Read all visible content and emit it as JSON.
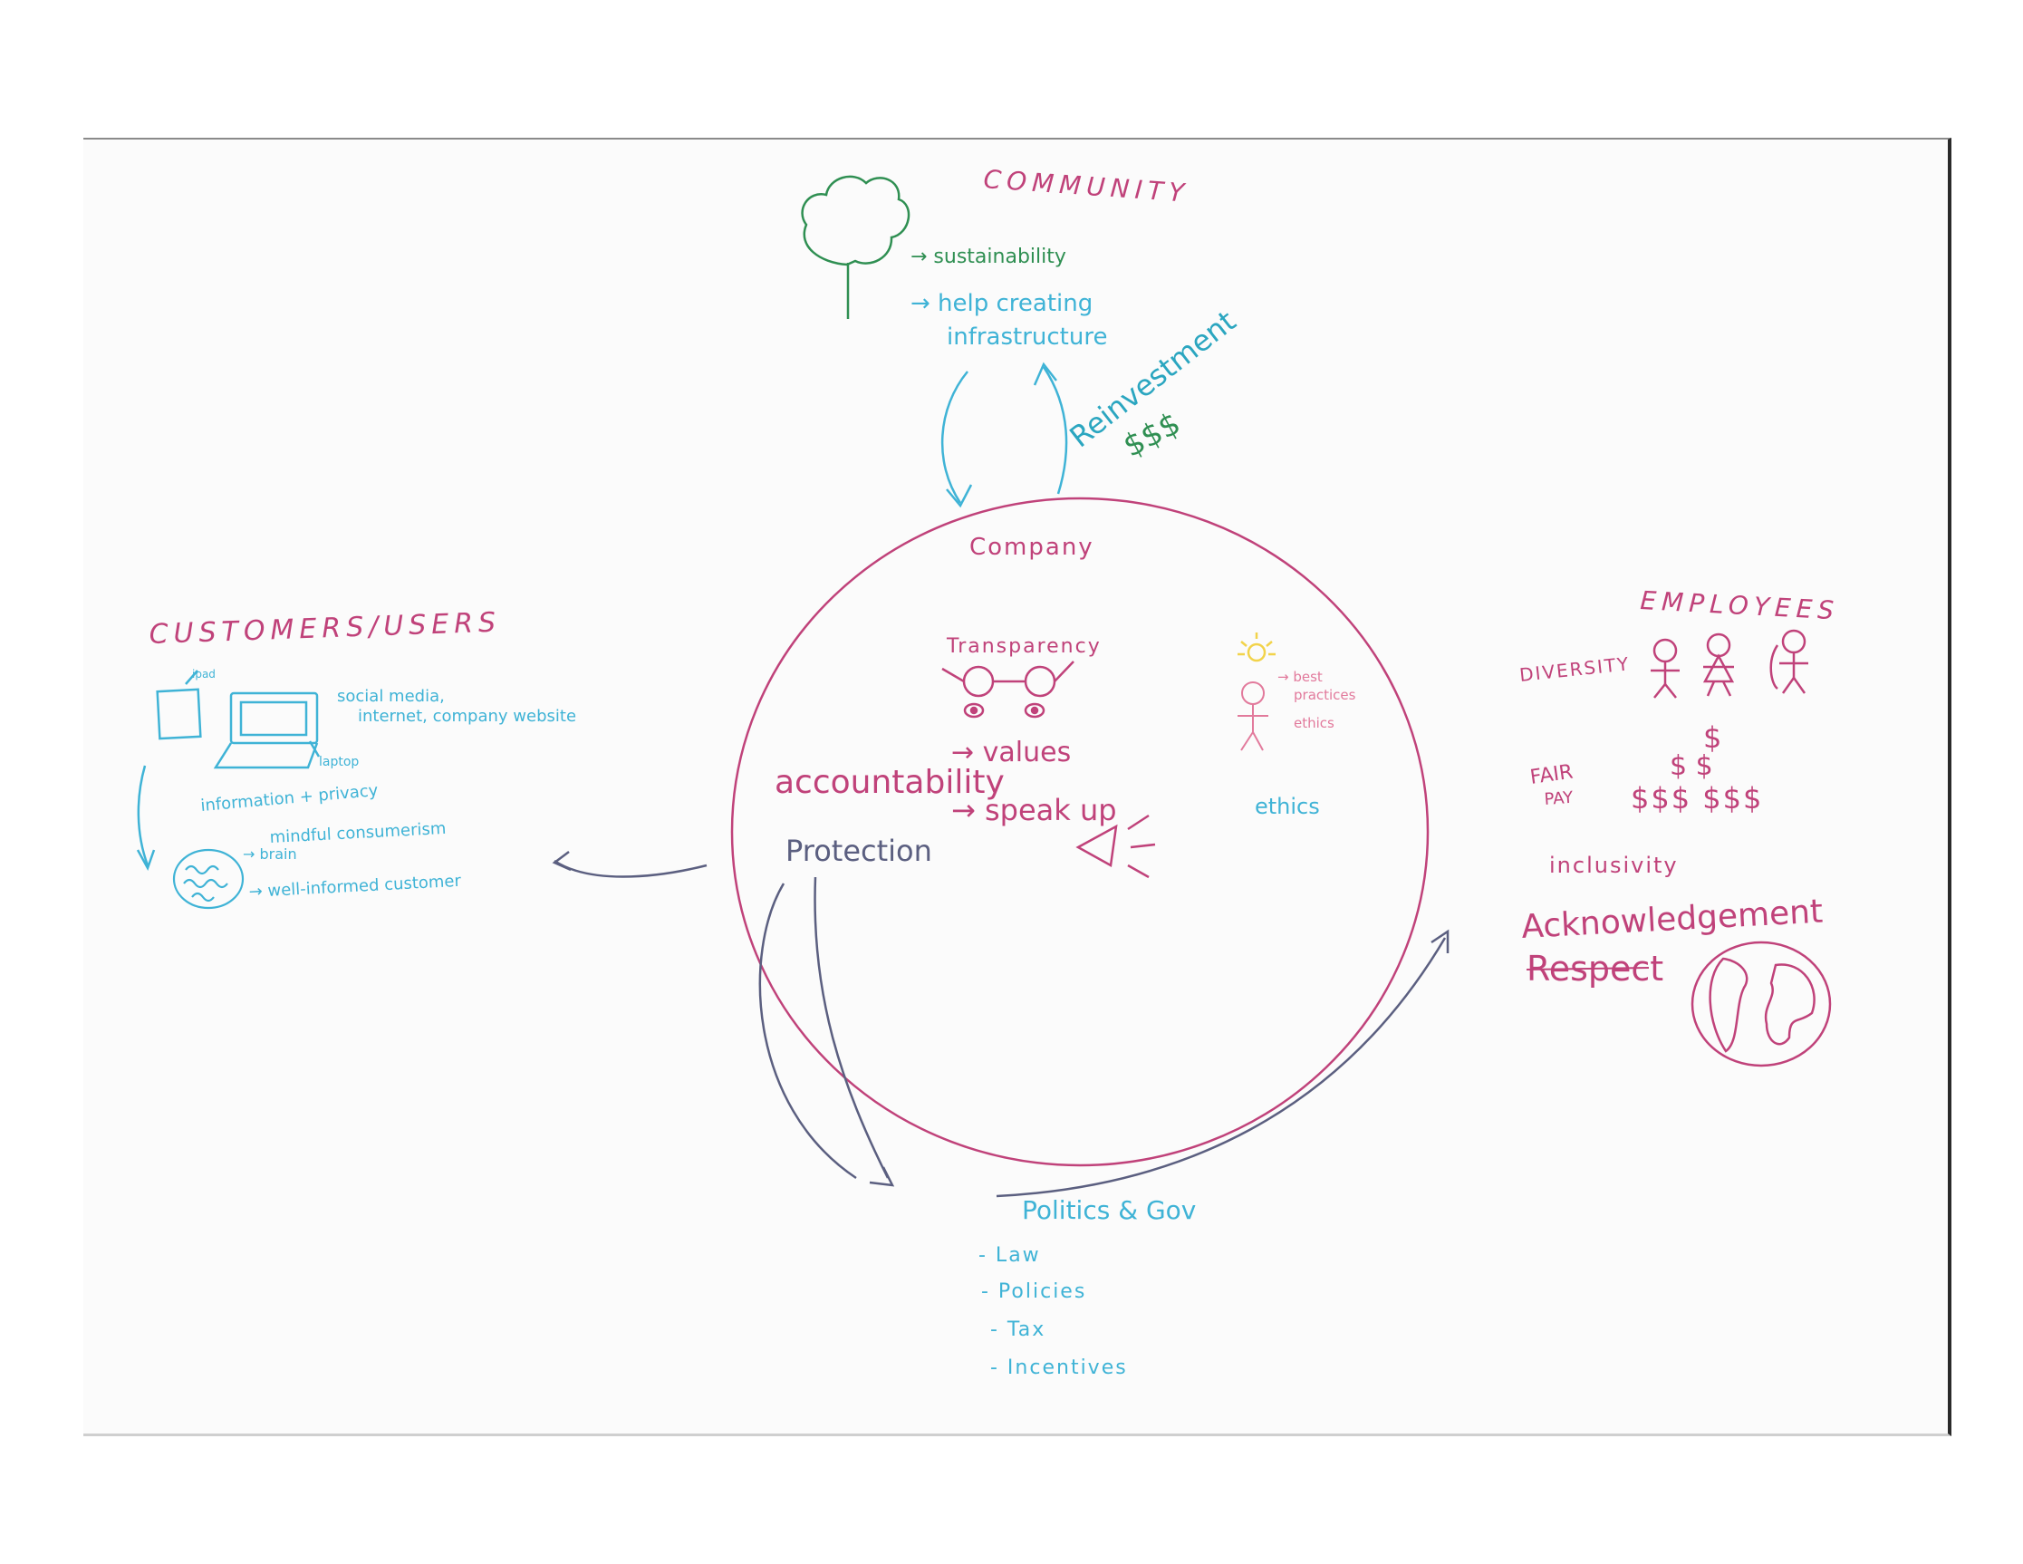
{
  "community": {
    "title": "COMMUNITY",
    "item1": "→ sustainability",
    "item2": "→ help creating",
    "item2b": "infrastructure",
    "reinvestment": "Reinvestment",
    "dollars": "$$$"
  },
  "company": {
    "title": "Company",
    "transparency": "Transparency",
    "accountability": "accountability",
    "values": "→ values",
    "speak_up": "→ speak up",
    "protection": "Protection",
    "ethics": "ethics",
    "best_practices": "→ best",
    "best_practices2": "practices",
    "ethics_small": "ethics"
  },
  "customers": {
    "title": "CUSTOMERS/USERS",
    "ipad": "ipad",
    "social": "social media,",
    "social2": "internet, company website",
    "laptop": "laptop",
    "info": "information + privacy",
    "mindful": "mindful consumerism",
    "brain": "→ brain",
    "informed": "→ well-informed customer"
  },
  "employees": {
    "title": "EMPLOYEES",
    "diversity": "DIVERSITY",
    "fair": "FAIR",
    "pay": "PAY",
    "money_top": "$",
    "money_mid": "$  $",
    "money_row": "$$$  $$$",
    "inclusivity": "inclusivity",
    "acknowledgement": "Acknowledgement",
    "respect": "Respect"
  },
  "politics": {
    "title": "Politics & Gov",
    "items": [
      "- Law",
      "- Policies",
      "- Tax",
      "- Incentives"
    ]
  },
  "colors": {
    "pink": "#c0427a",
    "blue": "#3fb3d6",
    "green": "#2f8f52",
    "grey": "#5b5f80",
    "yellow": "#f2d34a"
  }
}
